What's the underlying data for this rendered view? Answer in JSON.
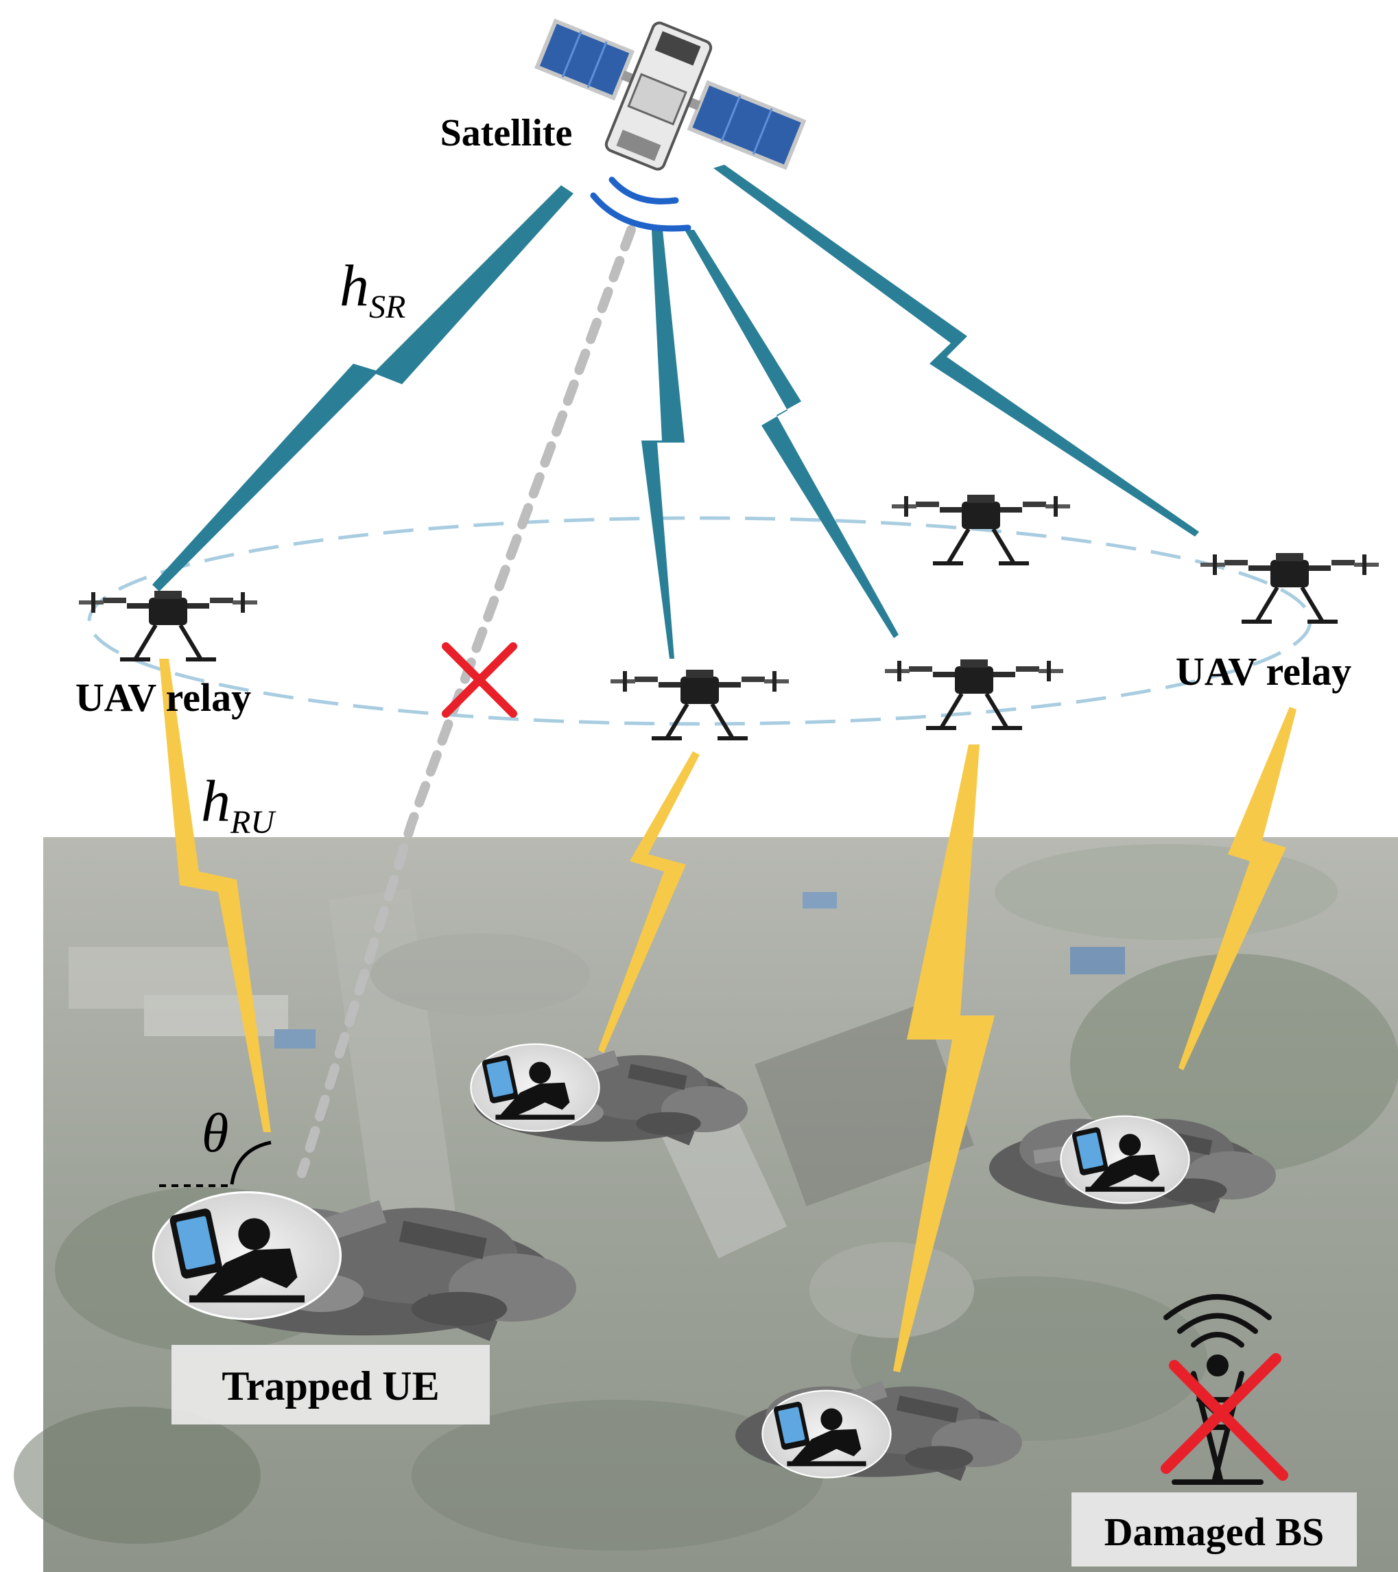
{
  "labels": {
    "satellite": "Satellite",
    "uav_relay_left": "UAV relay",
    "uav_relay_right": "UAV relay",
    "trapped_ue": "Trapped UE",
    "damaged_bs": "Damaged BS"
  },
  "symbols": {
    "h_sr_base": "h",
    "h_sr_sub": "SR",
    "h_ru_base": "h",
    "h_ru_sub": "RU",
    "theta": "θ"
  },
  "colors": {
    "satellite_link": "#2a7f96",
    "ground_link": "#f7c948",
    "blocked_link": "#bdbdbd",
    "blocked_mark": "#e8202a",
    "orbit": "#a9cde0",
    "signal_arc": "#1f62c8",
    "rubble": "#6e6e6e",
    "ground_tint": "#9aa098"
  },
  "icons": {
    "satellite": "satellite-icon",
    "uav": "drone-icon",
    "trapped_person": "trapped-person-icon",
    "damaged_tower": "broken-tower-icon",
    "blocked": "blocked-x-icon"
  }
}
